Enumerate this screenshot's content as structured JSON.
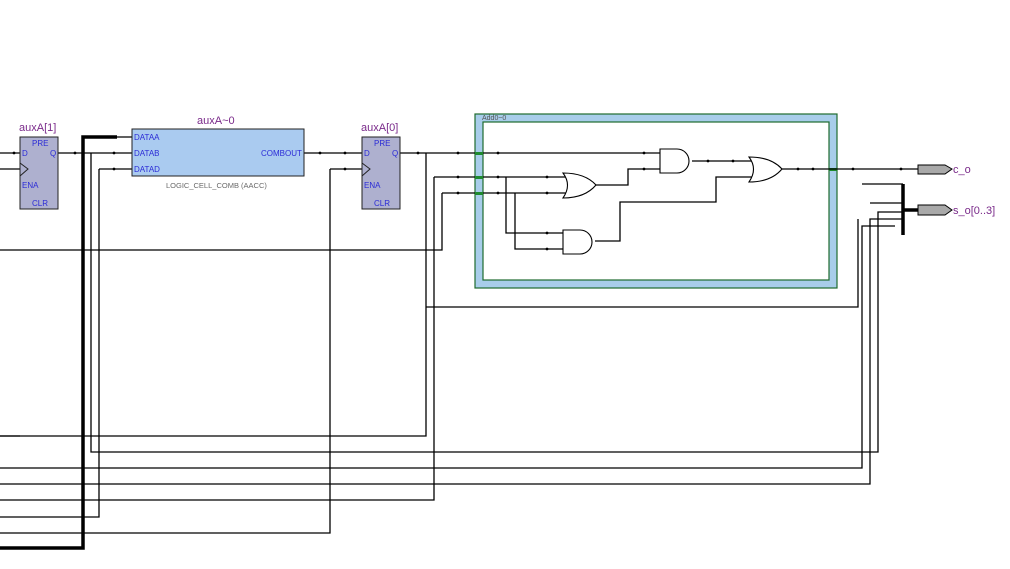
{
  "view": "RTL schematic",
  "instances": {
    "ff1": {
      "name": "auxA[1]",
      "ports": {
        "pre": "PRE",
        "d": "D",
        "q": "Q",
        "ena": "ENA",
        "clr": "CLR"
      }
    },
    "lc": {
      "name": "auxA~0",
      "type_label": "LOGIC_CELL_COMB (AACC)",
      "ports": {
        "dataa": "DATAA",
        "datab": "DATAB",
        "datad": "DATAD",
        "combout": "COMBOUT"
      }
    },
    "ff0": {
      "name": "auxA[0]",
      "ports": {
        "pre": "PRE",
        "d": "D",
        "q": "Q",
        "ena": "ENA",
        "clr": "CLR"
      }
    },
    "adder": {
      "name": "Add0~0",
      "gates": [
        "AND",
        "OR",
        "OR",
        "AND"
      ]
    }
  },
  "outputs": [
    {
      "name": "c_o",
      "kind": "single"
    },
    {
      "name": "s_o[0..3]",
      "kind": "bus"
    }
  ],
  "colors": {
    "flipflop_fill": "#aeb0cf",
    "logic_cell_fill": "#aacbf0",
    "group_border": "#1e6b2e",
    "group_fill": "#a8cdea",
    "label_purple": "#7a2a8a",
    "port_blue": "#2b2bd6",
    "pin_grey": "#a9a9a9"
  }
}
